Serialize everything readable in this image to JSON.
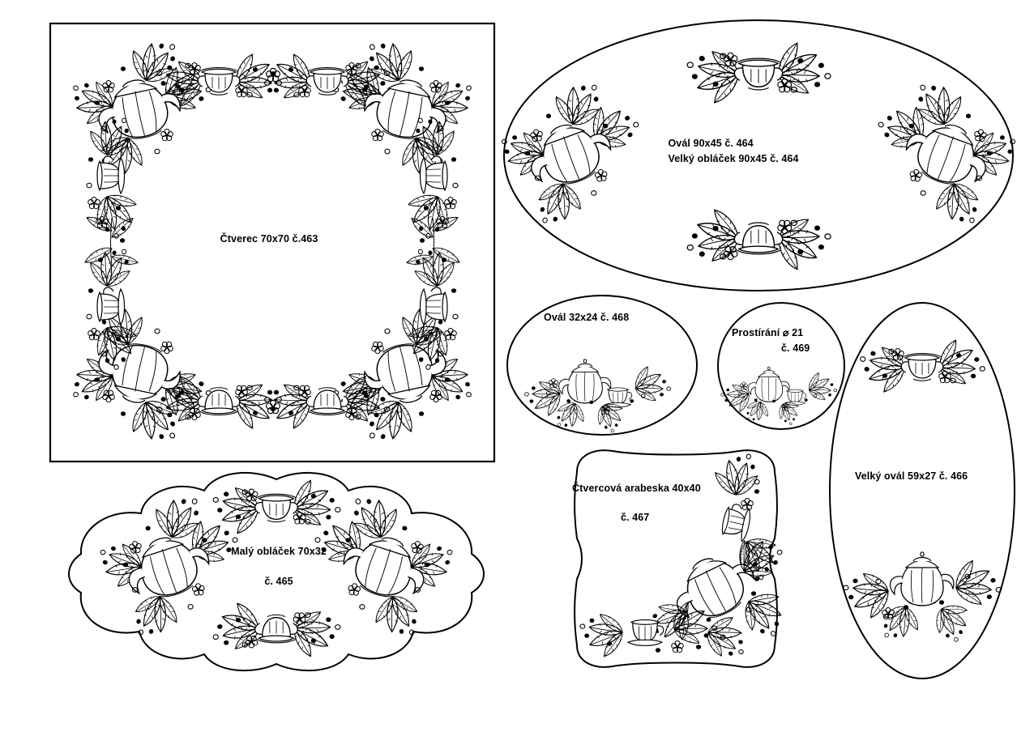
{
  "page": {
    "title": "Embroidery pattern sheet — tea set motif tablecloths",
    "ink_color": "#000000",
    "background_color": "#ffffff"
  },
  "items": [
    {
      "id": "463",
      "shape": "square",
      "motif": "tea-set-floral-border",
      "lines": [
        "Čtverec 70x70   č.463"
      ]
    },
    {
      "id": "464",
      "shape": "oval-horizontal",
      "motif": "tea-set-floral-wreath",
      "lines": [
        "Ovál 90x45   č. 464",
        "Velký obláček 90x45   č. 464"
      ]
    },
    {
      "id": "465",
      "shape": "cloud",
      "motif": "tea-set-floral-wreath",
      "lines": [
        "Malý obláček 70x32",
        "č. 465"
      ]
    },
    {
      "id": "466",
      "shape": "oval-vertical",
      "motif": "teapot-and-cup-sprays",
      "lines": [
        "Velký ovál 59x27   č. 466"
      ]
    },
    {
      "id": "467",
      "shape": "square-arabesque",
      "motif": "corner-tea-set-spray",
      "lines": [
        "Čtvercová arabeska 40x40",
        "č. 467"
      ]
    },
    {
      "id": "468",
      "shape": "oval-small",
      "motif": "teapot-cup-saucer-spray",
      "lines": [
        "Ovál 32x24   č. 468"
      ]
    },
    {
      "id": "469",
      "shape": "circle",
      "motif": "teapot-cup-saucer-spray",
      "lines": [
        "Prostírání ⌀ 21",
        "č. 469"
      ]
    }
  ]
}
